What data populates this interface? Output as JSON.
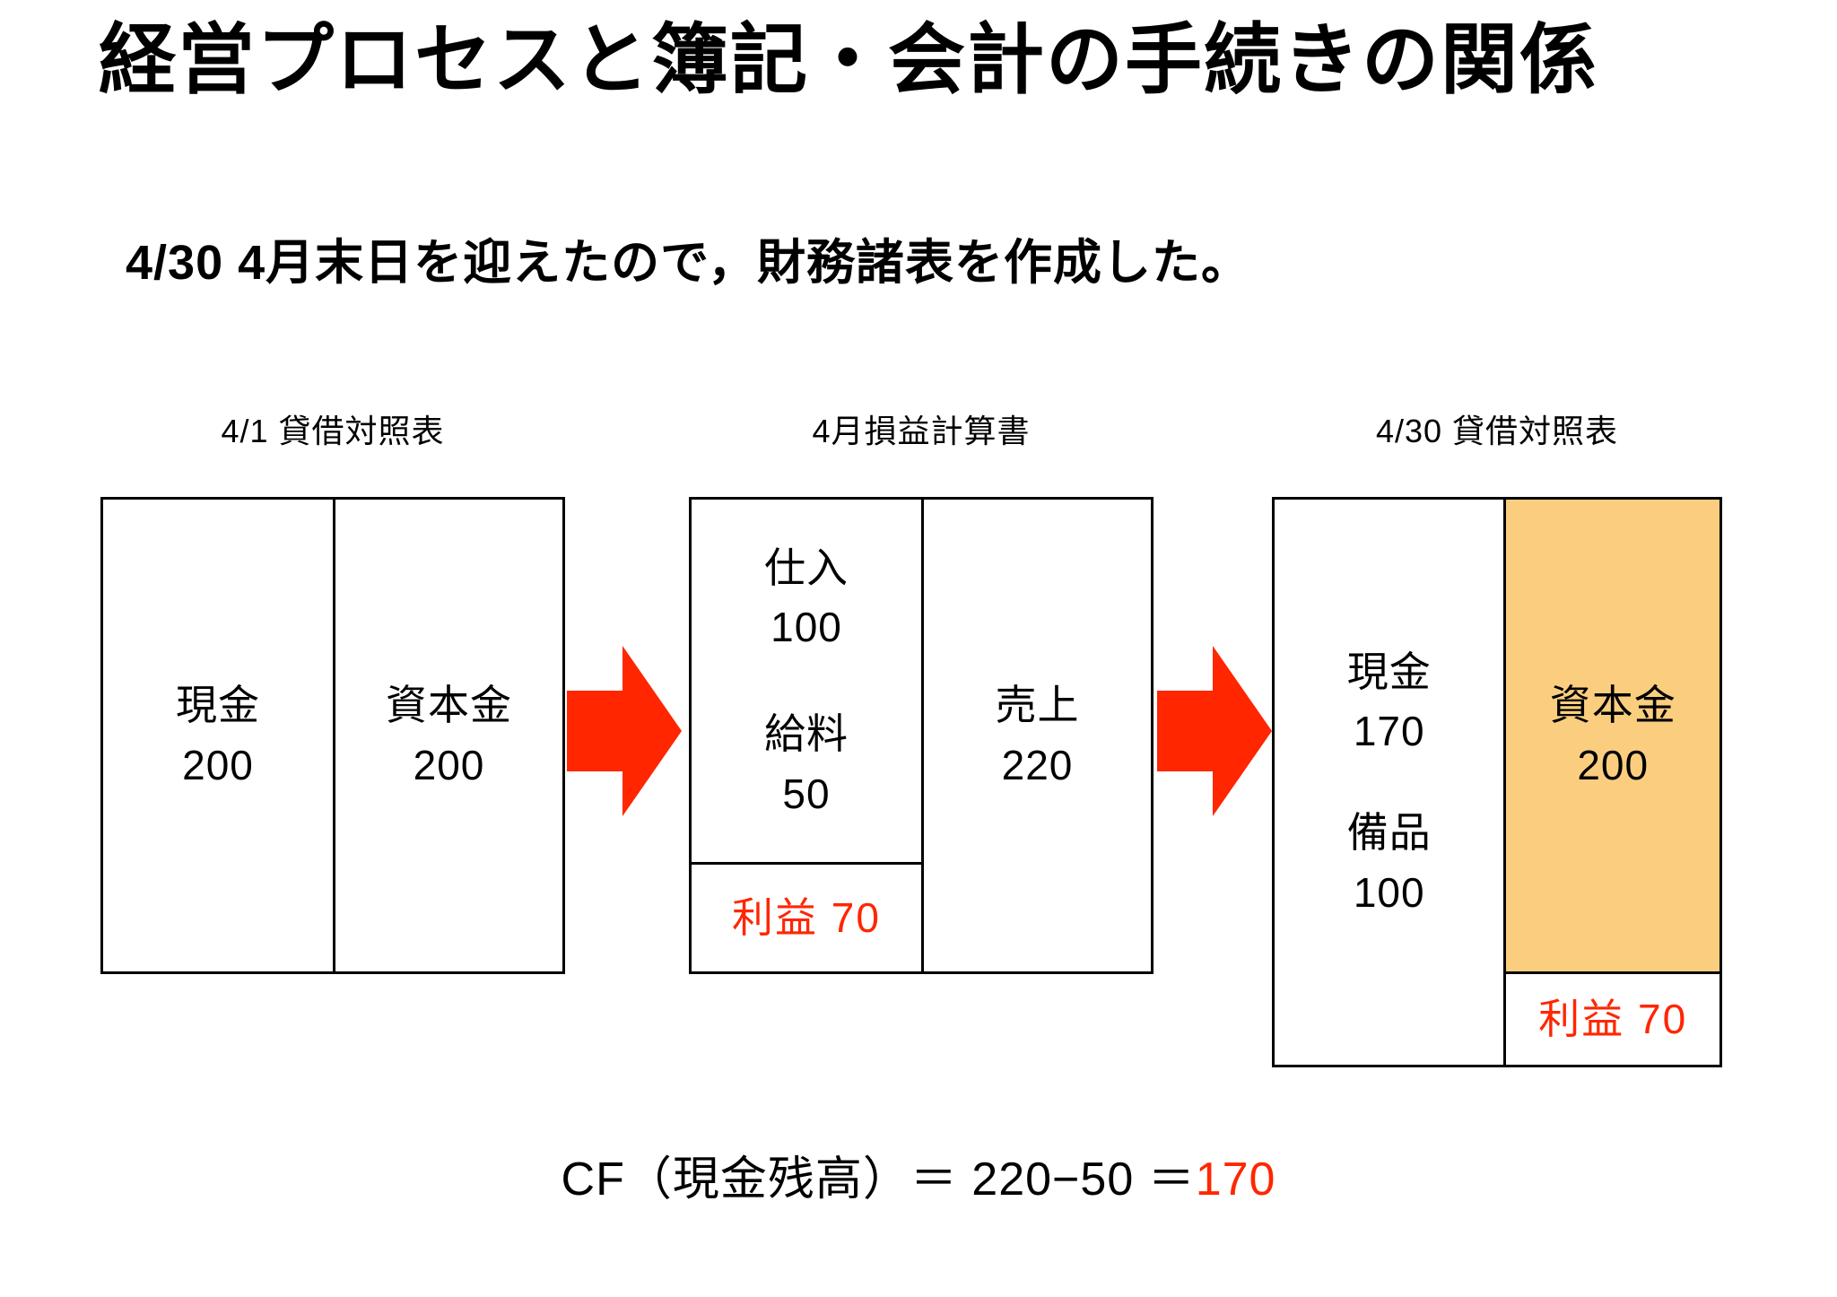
{
  "slide": {
    "title": "経営プロセスと簿記・会計の手続きの関係",
    "subtitle": "4/30  4月末日を迎えたので，財務諸表を作成した。"
  },
  "colors": {
    "arrow_red": "#FF2600",
    "profit_red": "#FF2600",
    "capital_highlight": "#FBCE7F",
    "border": "#000000",
    "background": "#FFFFFF"
  },
  "statements": {
    "opening_balance_sheet": {
      "caption": "4/1 貸借対照表",
      "debit": {
        "label": "現金",
        "amount": "200"
      },
      "credit": {
        "label": "資本金",
        "amount": "200"
      }
    },
    "income_statement": {
      "caption": "4月損益計算書",
      "expenses": [
        {
          "label": "仕入",
          "amount": "100"
        },
        {
          "label": "給料",
          "amount": "50"
        }
      ],
      "profit": "利益 70",
      "revenue": {
        "label": "売上",
        "amount": "220"
      }
    },
    "closing_balance_sheet": {
      "caption": "4/30 貸借対照表",
      "assets": [
        {
          "label": "現金",
          "amount": "170"
        },
        {
          "label": "備品",
          "amount": "100"
        }
      ],
      "capital": {
        "label": "資本金",
        "amount": "200"
      },
      "profit": "利益 70"
    }
  },
  "arrows": [
    {
      "name": "arrow-open-to-pl",
      "direction": "right"
    },
    {
      "name": "arrow-pl-to-close",
      "direction": "right"
    }
  ],
  "footer": {
    "cf_formula_text": "CF（現金残高）＝ 220−50 ＝",
    "cf_formula_result": "170"
  }
}
